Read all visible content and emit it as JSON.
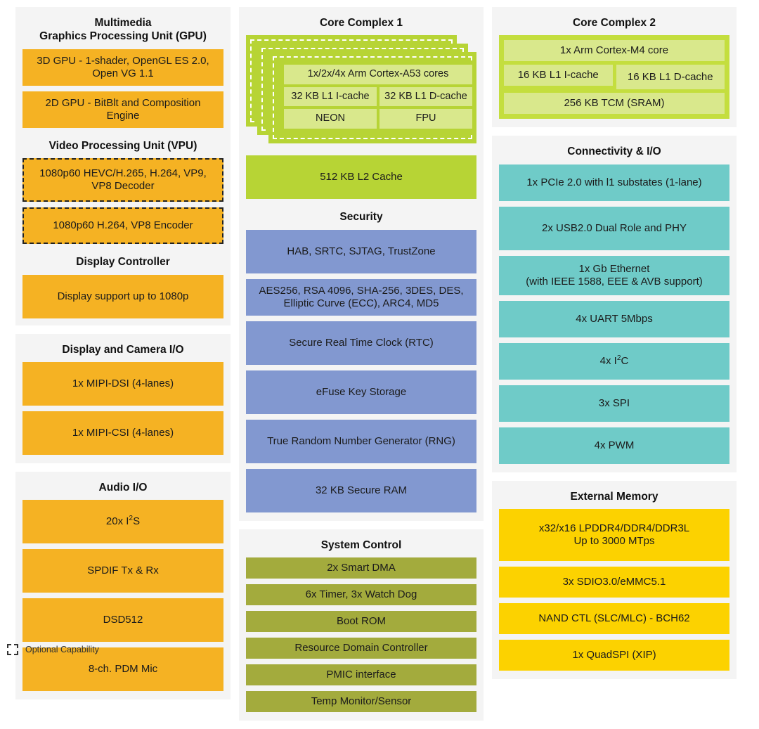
{
  "legend": {
    "icon": "dashed-box-icon",
    "label": "Optional Capability"
  },
  "colors": {
    "panel_bg": "#f4f4f4",
    "orange": "#f5b223",
    "yellow": "#fcd200",
    "teal": "#6fcbc8",
    "blue": "#8298d0",
    "olive": "#a3ab3d",
    "green": "#b7d435",
    "green_light": "#d9e88c"
  },
  "left_column": {
    "multimedia": {
      "title_line1": "Multimedia",
      "title_line2": "Graphics Processing Unit (GPU)",
      "gpu_blocks": [
        "3D GPU - 1-shader, OpenGL ES 2.0, Open VG 1.1",
        "2D GPU - BitBlt and Composition Engine"
      ],
      "vpu_title": "Video Processing Unit (VPU)",
      "vpu_blocks": [
        "1080p60 HEVC/H.265, H.264, VP9, VP8 Decoder",
        "1080p60 H.264, VP8 Encoder"
      ],
      "display_title": "Display Controller",
      "display_blocks": [
        "Display support up to 1080p"
      ]
    },
    "display_camera_io": {
      "title": "Display and Camera I/O",
      "blocks": [
        "1x MIPI-DSI (4-lanes)",
        "1x MIPI-CSI (4-lanes)"
      ]
    },
    "audio_io": {
      "title": "Audio I/O",
      "blocks": [
        "20x I²S",
        "SPDIF Tx & Rx",
        "DSD512",
        "8-ch. PDM Mic"
      ]
    }
  },
  "mid_column": {
    "core_complex_1": {
      "title": "Core Complex 1",
      "card_blocks": {
        "cores": "1x/2x/4x Arm Cortex-A53 cores",
        "icache": "32 KB L1 I-cache",
        "dcache": "32 KB L1 D-cache",
        "neon": "NEON",
        "fpu": "FPU"
      },
      "l2_cache": "512 KB L2 Cache"
    },
    "security": {
      "title": "Security",
      "blocks": [
        "HAB, SRTC, SJTAG, TrustZone",
        "AES256, RSA 4096, SHA-256, 3DES, DES, Elliptic Curve (ECC), ARC4, MD5",
        "Secure Real Time Clock (RTC)",
        "eFuse Key Storage",
        "True Random Number Generator (RNG)",
        "32 KB Secure RAM"
      ]
    },
    "system_control": {
      "title": "System Control",
      "blocks": [
        "2x Smart DMA",
        "6x Timer, 3x Watch Dog",
        "Boot ROM",
        "Resource Domain Controller",
        "PMIC interface",
        "Temp Monitor/Sensor"
      ]
    }
  },
  "right_column": {
    "core_complex_2": {
      "title": "Core Complex 2",
      "card_blocks": {
        "core": "1x Arm Cortex-M4 core",
        "icache": "16 KB L1  I-cache",
        "dcache": "16 KB L1 D-cache",
        "tcm": "256 KB TCM (SRAM)"
      }
    },
    "connectivity_io": {
      "title": "Connectivity & I/O",
      "blocks": [
        "1x PCIe 2.0 with l1 substates (1-lane)",
        "2x USB2.0 Dual Role and PHY",
        "1x Gb Ethernet (with IEEE 1588, EEE & AVB support)",
        "4x UART 5Mbps",
        "4x I²C",
        "3x SPI",
        "4x PWM"
      ]
    },
    "external_memory": {
      "title": "External Memory",
      "blocks": [
        "x32/x16 LPDDR4/DDR4/DDR3L Up to 3000 MTps",
        "3x SDIO3.0/eMMC5.1",
        "NAND CTL (SLC/MLC) - BCH62",
        "1x QuadSPI (XIP)"
      ]
    }
  }
}
